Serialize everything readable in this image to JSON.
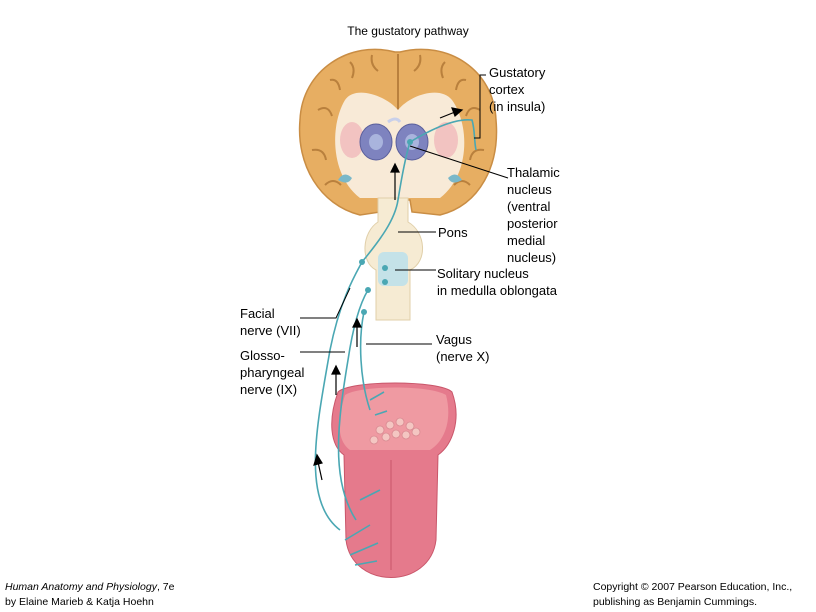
{
  "title": "The gustatory pathway",
  "labels": {
    "gustatory_cortex": "Gustatory\ncortex\n(in insula)",
    "thalamic_nucleus": "Thalamic\nnucleus\n(ventral\nposterior\nmedial\nnucleus)",
    "pons": "Pons",
    "solitary_nucleus": "Solitary nucleus\nin medulla oblongata",
    "facial_nerve": "Facial\nnerve (VII)",
    "glossopharyngeal_nerve": "Glosso-\npharyngeal\nnerve (IX)",
    "vagus_nerve": "Vagus\n(nerve X)"
  },
  "citation": {
    "book_title": "Human Anatomy and Physiology",
    "edition": ", 7e",
    "authors": "by Elaine Marieb & Katja Hoehn"
  },
  "copyright": {
    "line1": "Copyright © 2007 Pearson Education, Inc.,",
    "line2": "publishing as Benjamin Cummings."
  },
  "colors": {
    "brain_outer": "#e7ae62",
    "brain_inner": "#f8ead7",
    "brainstem": "#f6ebd3",
    "thalamus": "#7e83bf",
    "nerve": "#4aa7b3",
    "tongue": "#e57a8c",
    "ventricle": "#7ab8c9"
  }
}
